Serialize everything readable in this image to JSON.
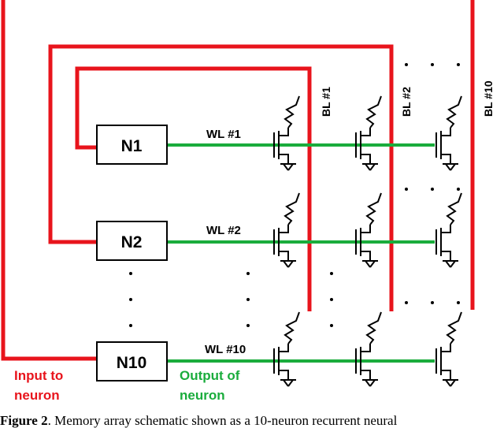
{
  "neurons": [
    {
      "id": "n1",
      "label": "N1"
    },
    {
      "id": "n2",
      "label": "N2"
    },
    {
      "id": "n10",
      "label": "N10"
    }
  ],
  "word_lines": [
    {
      "id": "wl1",
      "label": "WL #1"
    },
    {
      "id": "wl2",
      "label": "WL #2"
    },
    {
      "id": "wl10",
      "label": "WL #10"
    }
  ],
  "bit_lines": [
    {
      "id": "bl1",
      "label": "BL #1"
    },
    {
      "id": "bl2",
      "label": "BL #2"
    },
    {
      "id": "bl10",
      "label": "BL #10"
    }
  ],
  "annotations": {
    "input_line1": "Input to",
    "input_line2": "neuron",
    "output_line1": "Output of",
    "output_line2": "neuron"
  },
  "caption": {
    "figure_label": "Figure 2",
    "text": ". Memory array schematic shown as a 10-neuron recurrent neural"
  },
  "colors": {
    "input_wire": "#e8141c",
    "output_wire": "#1aac3c",
    "device": "#000000"
  }
}
